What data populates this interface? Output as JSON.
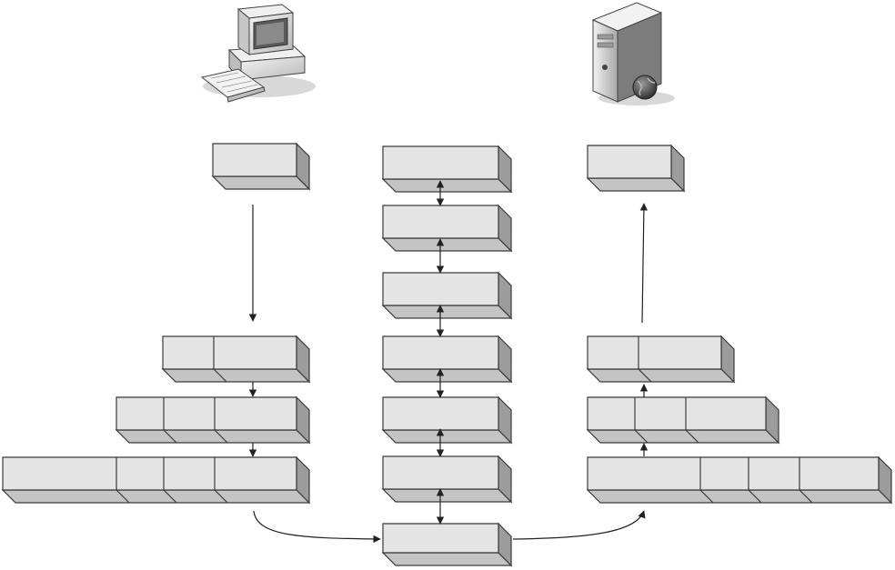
{
  "icons": {
    "client": "desktop-computer-icon",
    "server": "web-server-icon"
  },
  "colors": {
    "face": "#e4e4e4",
    "side": "#9c9c9c",
    "bottom": "#c4c4c4",
    "stroke": "#3a3a3a",
    "line": "#222222"
  },
  "diagram": {
    "left_stack": [
      "sender-top-block",
      "sender-layer-2",
      "sender-layer-3",
      "sender-layer-4"
    ],
    "middle_stack": [
      "layer-1",
      "layer-2",
      "layer-3",
      "layer-4",
      "layer-5",
      "layer-6",
      "physical-medium"
    ],
    "right_stack": [
      "receiver-top-block",
      "receiver-layer-2",
      "receiver-layer-3",
      "receiver-layer-4"
    ]
  }
}
